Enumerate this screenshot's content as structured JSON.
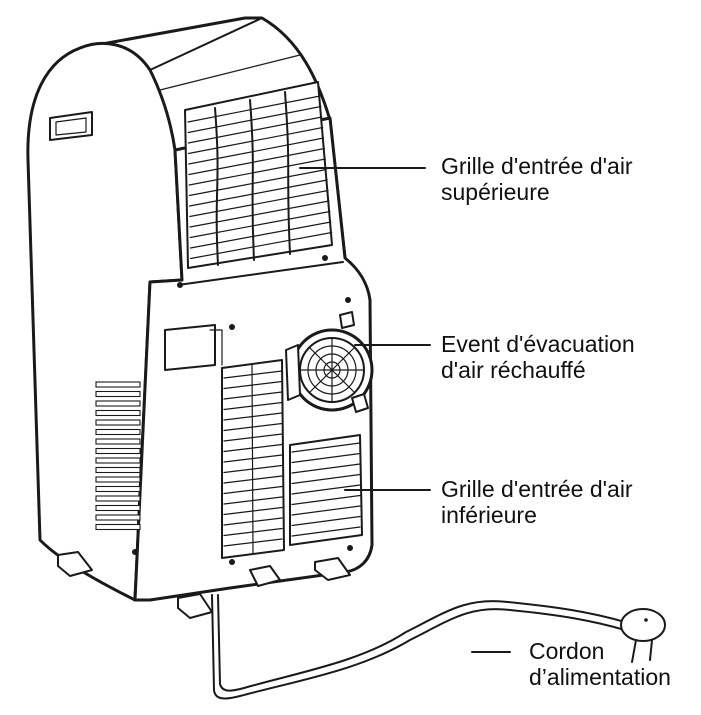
{
  "labels": {
    "upper_grille": "Grille d'entrée d'air\nsupérieure",
    "exhaust_vent": "Event d'évacuation\nd'air réchauffé",
    "lower_grille": "Grille d'entrée d'air\ninférieure",
    "power_cord": "Cordon\nd’alimentation"
  },
  "colors": {
    "line": "#1a1a1a",
    "background": "#ffffff"
  }
}
